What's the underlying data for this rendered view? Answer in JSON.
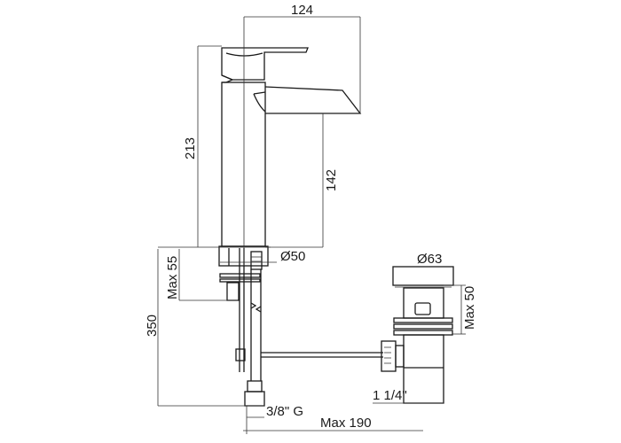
{
  "drawing": {
    "title": "Basin mixer technical drawing",
    "dimensions": {
      "spout_reach": "124",
      "total_height": "213",
      "spout_height": "142",
      "base_diameter": "Ø50",
      "max_deck_thickness": "Max 55",
      "hose_length": "350",
      "waste_diameter": "Ø63",
      "waste_max_thickness": "Max 50",
      "waste_thread": "1 1/4\"",
      "hose_connection": "3/8\" G",
      "max_rod_length": "Max 190"
    },
    "line_color": "#1a1a1a"
  }
}
